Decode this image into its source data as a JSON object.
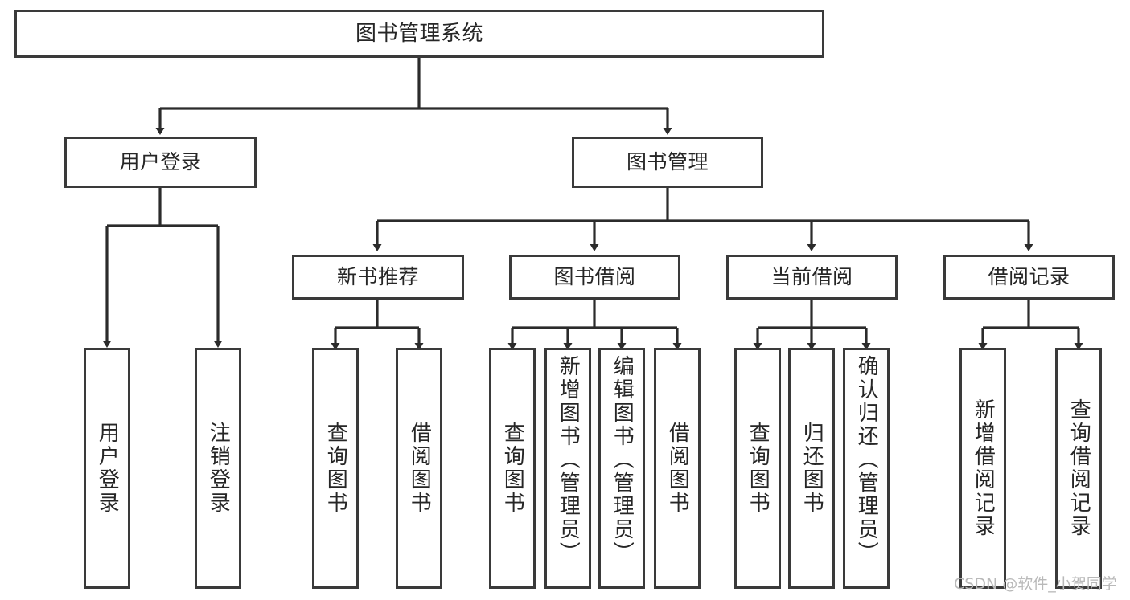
{
  "diagram": {
    "title": "图书管理系统",
    "type": "tree-hierarchy-chart",
    "watermark": "CSDN @软件_小贺同学",
    "colors": {
      "background": "#ffffff",
      "box_border": "#3a3a3a",
      "box_fill": "#ffffff",
      "text": "#262626",
      "connector": "#2b2b2b",
      "watermark": "#b9b9b9"
    },
    "levels": {
      "root": {
        "label": "图书管理系统"
      },
      "level1": [
        {
          "id": "user-login",
          "label": "用户登录"
        },
        {
          "id": "book-management",
          "label": "图书管理"
        }
      ],
      "level2": [
        {
          "id": "new-book-recommend",
          "label": "新书推荐",
          "parent": "book-management"
        },
        {
          "id": "book-borrow",
          "label": "图书借阅",
          "parent": "book-management"
        },
        {
          "id": "current-borrow",
          "label": "当前借阅",
          "parent": "book-management"
        },
        {
          "id": "borrow-record",
          "label": "借阅记录",
          "parent": "book-management"
        }
      ],
      "leaves": {
        "user-login": [
          {
            "id": "leaf-user-login",
            "label": "用户登录"
          },
          {
            "id": "leaf-logout-login",
            "label": "注销登录"
          }
        ],
        "new-book-recommend": [
          {
            "id": "leaf-query-book-1",
            "label": "查询图书"
          },
          {
            "id": "leaf-borrow-book-1",
            "label": "借阅图书"
          }
        ],
        "book-borrow": [
          {
            "id": "leaf-query-book-2",
            "label": "查询图书"
          },
          {
            "id": "leaf-add-book",
            "label": "新增图书（管理员）"
          },
          {
            "id": "leaf-edit-book",
            "label": "编辑图书（管理员）"
          },
          {
            "id": "leaf-borrow-book-2",
            "label": "借阅图书"
          }
        ],
        "current-borrow": [
          {
            "id": "leaf-query-book-3",
            "label": "查询图书"
          },
          {
            "id": "leaf-return-book",
            "label": "归还图书"
          },
          {
            "id": "leaf-confirm-return",
            "label": "确认归还（管理员）"
          }
        ],
        "borrow-record": [
          {
            "id": "leaf-add-record",
            "label": "新增借阅记录"
          },
          {
            "id": "leaf-query-record",
            "label": "查询借阅记录"
          }
        ]
      }
    }
  }
}
